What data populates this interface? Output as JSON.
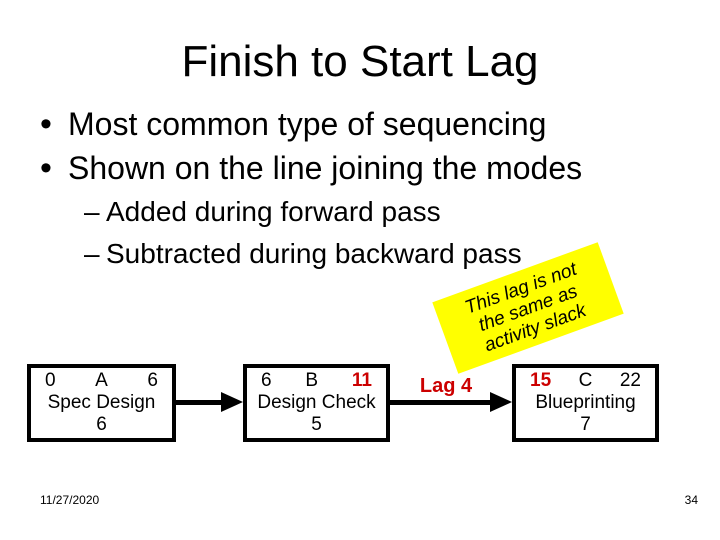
{
  "colors": {
    "accent_red": "#cc0000",
    "note_yellow": "#ffff00",
    "text": "#000000",
    "background": "#ffffff"
  },
  "markers": {
    "bullet": "•",
    "dash": "–"
  },
  "slide": {
    "title": "Finish to Start Lag",
    "bullets": [
      "Most common type of sequencing",
      "Shown on the line joining the modes"
    ],
    "sub_bullets": [
      "Added during forward pass",
      "Subtracted during backward pass"
    ]
  },
  "note": {
    "lines": [
      "This lag is not",
      "the same as",
      "activity slack"
    ]
  },
  "diagram": {
    "lag_label": "Lag 4",
    "boxes": [
      {
        "early_start": "0",
        "id": "A",
        "early_finish": "6",
        "name": "Spec Design",
        "duration": "6"
      },
      {
        "early_start": "6",
        "id": "B",
        "early_finish": "11",
        "name": "Design Check",
        "duration": "5"
      },
      {
        "early_start": "15",
        "id": "C",
        "early_finish": "22",
        "name": "Blueprinting",
        "duration": "7"
      }
    ]
  },
  "footer": {
    "date": "11/27/2020",
    "page_number": "34"
  }
}
